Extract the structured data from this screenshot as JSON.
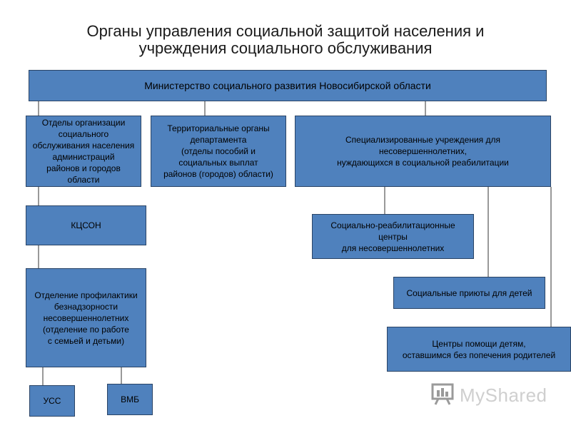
{
  "title": {
    "line1": "Органы управления социальной защитой населения и",
    "line2": "учреждения социального обслуживания"
  },
  "boxes": {
    "ministry": "Министерство социального развития Новосибирской области",
    "otdely": "Отделы организации\nсоциального\nобслуживания населения\nадминистраций\nрайонов и городов\nобласти",
    "territorial": "Территориальные органы\nдепартамента\n(отделы пособий и\nсоциальных выплат\nрайонов (городов) области)",
    "specialized": "Специализированные учреждения для\nнесовершеннолетних,\nнуждающихся в социальной реабилитации",
    "kcson": "КЦСОН",
    "rehab_centers": "Социально-реабилитационные\nцентры\nдля несовершеннолетних",
    "prevention": "Отделение профилактики\nбезнадзорности\nнесовершеннолетних\n(отделение по работе\nс семьей и детьми)",
    "shelters": "Социальные приюты для детей",
    "help_centers": "Центры помощи детям,\nоставшимся без попечения родителей",
    "uss": "УСС",
    "vmb": "ВМБ"
  },
  "colors": {
    "box_fill": "#4f81bd",
    "box_border": "#2a4466",
    "connector": "#333333"
  },
  "watermark": {
    "logo_icon": "myshared-logo-icon",
    "text": "MyShared"
  }
}
